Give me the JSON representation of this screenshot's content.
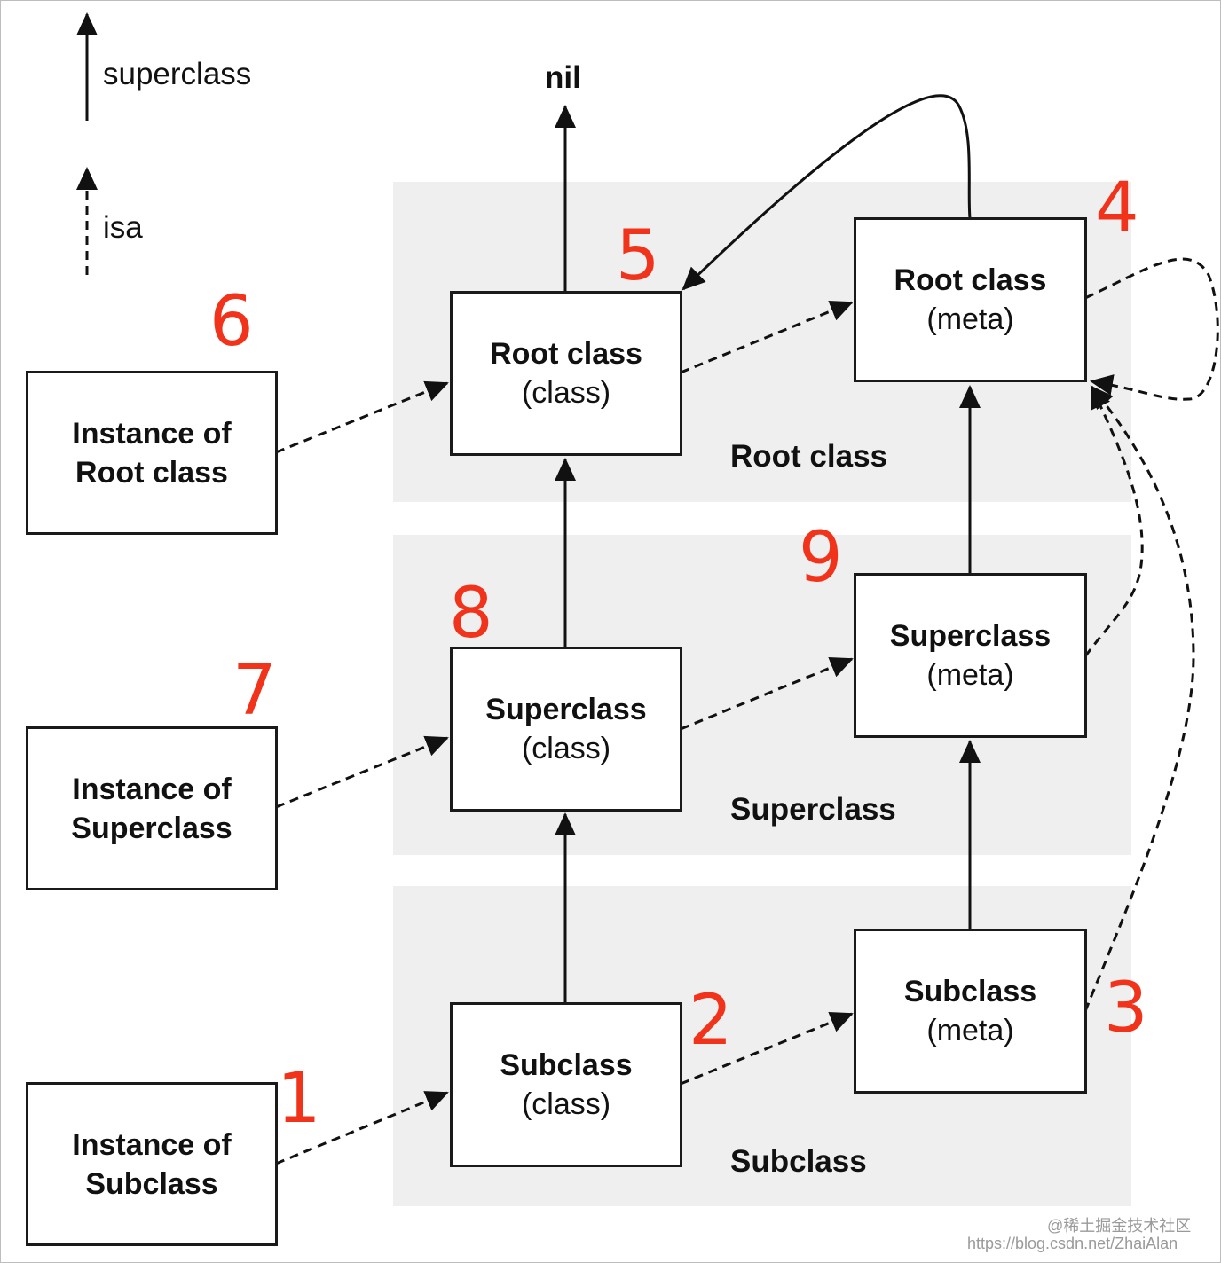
{
  "legend": {
    "superclass_label": "superclass",
    "isa_label": "isa"
  },
  "nil_label": "nil",
  "rows": [
    {
      "section": "Root class",
      "instance": [
        "Instance of",
        "Root class"
      ],
      "cls": [
        "Root class",
        "(class)"
      ],
      "meta": [
        "Root class",
        "(meta)"
      ]
    },
    {
      "section": "Superclass",
      "instance": [
        "Instance of",
        "Superclass"
      ],
      "cls": [
        "Superclass",
        "(class)"
      ],
      "meta": [
        "Superclass",
        "(meta)"
      ]
    },
    {
      "section": "Subclass",
      "instance": [
        "Instance of",
        "Subclass"
      ],
      "cls": [
        "Subclass",
        "(class)"
      ],
      "meta": [
        "Subclass",
        "(meta)"
      ]
    }
  ],
  "annotations": {
    "n1": "1",
    "n2": "2",
    "n3": "3",
    "n4": "4",
    "n5": "5",
    "n6": "6",
    "n7": "7",
    "n8": "8",
    "n9": "9"
  },
  "watermark": {
    "line1": "@稀土掘金技术社区",
    "line2": "https://blog.csdn.net/ZhaiAlan"
  },
  "colors": {
    "annotation": "#f0331a",
    "band": "#efefef",
    "line": "#111111"
  }
}
